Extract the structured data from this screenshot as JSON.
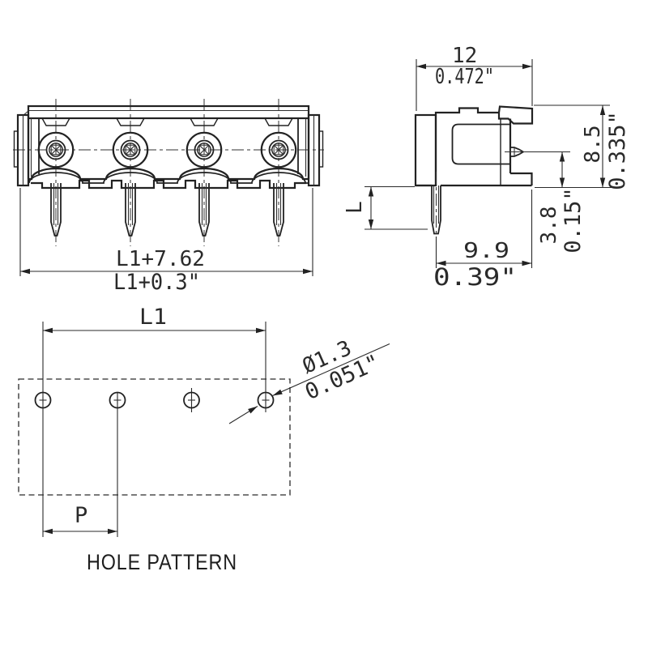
{
  "front_view": {
    "position_count": 4,
    "dim_length_mm": "L1+7.62",
    "dim_length_inch": "L1+0.3\""
  },
  "side_view": {
    "width_mm": "12",
    "width_inch": "0.472\"",
    "height_mm": "8.5",
    "height_inch": "0.335\"",
    "pin_offset_mm": "3.8",
    "pin_offset_inch": "0.15\"",
    "depth_mm": "9.9",
    "depth_inch": "0.39\"",
    "pin_length_label": "L"
  },
  "hole_pattern": {
    "title": "HOLE PATTERN",
    "length_label": "L1",
    "pitch_label": "P",
    "hole_diameter_mm": "Ø1.3",
    "hole_diameter_inch": "0.051\"",
    "hole_count": 4
  },
  "colors": {
    "line": "#222222",
    "background": "#ffffff"
  }
}
